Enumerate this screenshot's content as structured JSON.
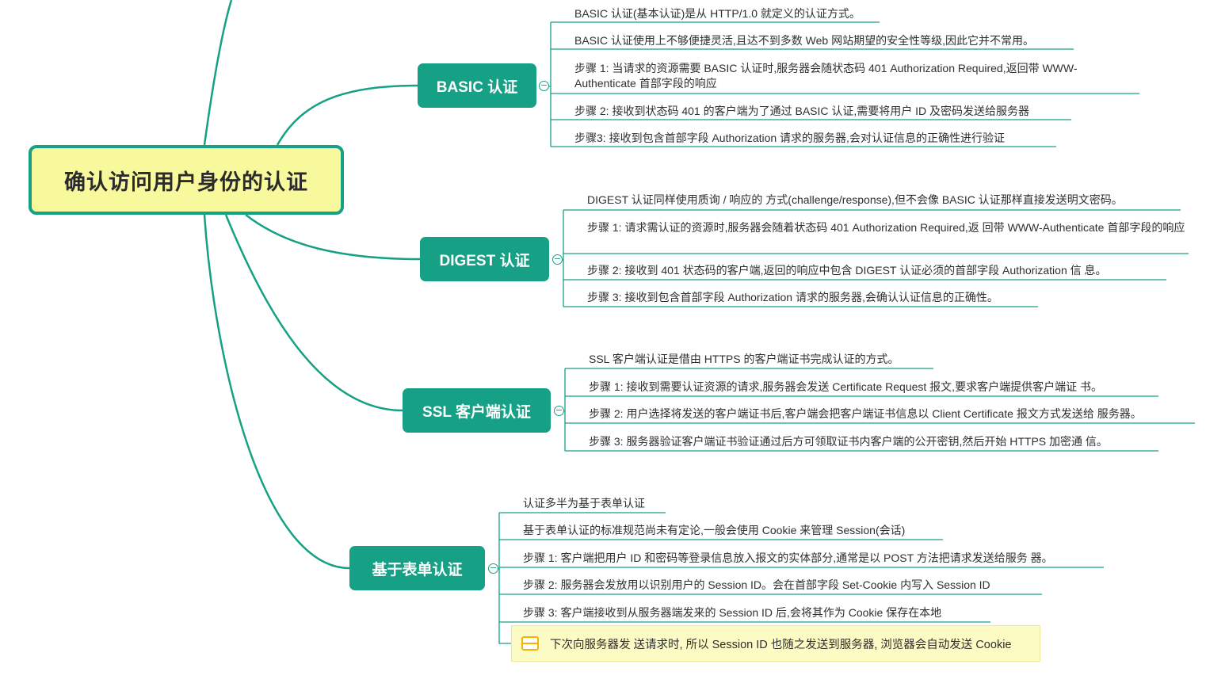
{
  "root": {
    "title": "确认访问用户身份的认证"
  },
  "branches": [
    {
      "label": "BASIC 认证",
      "items": [
        "BASIC 认证(基本认证)是从 HTTP/1.0 就定义的认证方式。",
        "BASIC 认证使用上不够便捷灵活,且达不到多数 Web 网站期望的安全性等级,因此它并不常用。",
        "步骤 1: 当请求的资源需要 BASIC 认证时,服务器会随状态码 401 Authorization Required,返回带 WWW-Authenticate 首部字段的响应",
        "步骤 2: 接收到状态码 401 的客户端为了通过 BASIC 认证,需要将用户 ID 及密码发送给服务器",
        "步骤3: 接收到包含首部字段 Authorization 请求的服务器,会对认证信息的正确性进行验证"
      ]
    },
    {
      "label": "DIGEST 认证",
      "items": [
        "DIGEST 认证同样使用质询 / 响应的 方式(challenge/response),但不会像 BASIC 认证那样直接发送明文密码。",
        "步骤 1: 请求需认证的资源时,服务器会随着状态码 401 Authorization Required,返 回带 WWW-Authenticate 首部字段的响应",
        "步骤 2: 接收到 401 状态码的客户端,返回的响应中包含 DIGEST 认证必须的首部字段 Authorization 信 息。",
        "步骤 3: 接收到包含首部字段 Authorization 请求的服务器,会确认认证信息的正确性。"
      ]
    },
    {
      "label": "SSL 客户端认证",
      "items": [
        "SSL 客户端认证是借由 HTTPS 的客户端证书完成认证的方式。",
        "步骤 1: 接收到需要认证资源的请求,服务器会发送 Certificate Request 报文,要求客户端提供客户端证 书。",
        "步骤 2: 用户选择将发送的客户端证书后,客户端会把客户端证书信息以 Client Certificate 报文方式发送给 服务器。",
        "步骤 3: 服务器验证客户端证书验证通过后方可领取证书内客户端的公开密钥,然后开始 HTTPS 加密通 信。"
      ]
    },
    {
      "label": "基于表单认证",
      "items": [
        "认证多半为基于表单认证",
        "基于表单认证的标准规范尚未有定论,一般会使用 Cookie 来管理 Session(会话)",
        "步骤 1: 客户端把用户 ID 和密码等登录信息放入报文的实体部分,通常是以 POST 方法把请求发送给服务 器。",
        "步骤 2: 服务器会发放用以识别用户的 Session ID。会在首部字段 Set-Cookie 内写入 Session ID",
        "步骤 3: 客户端接收到从服务器端发来的 Session ID 后,会将其作为 Cookie 保存在本地"
      ],
      "note": "下次向服务器发 送请求时, 所以 Session ID 也随之发送到服务器, 浏览器会自动发送 Cookie"
    }
  ],
  "colors": {
    "accent": "#16a085",
    "root_fill": "#f7f99c",
    "note_fill": "#fdfbc4"
  },
  "icons": {
    "collapse": "minus-circle-icon",
    "note": "note-icon"
  }
}
